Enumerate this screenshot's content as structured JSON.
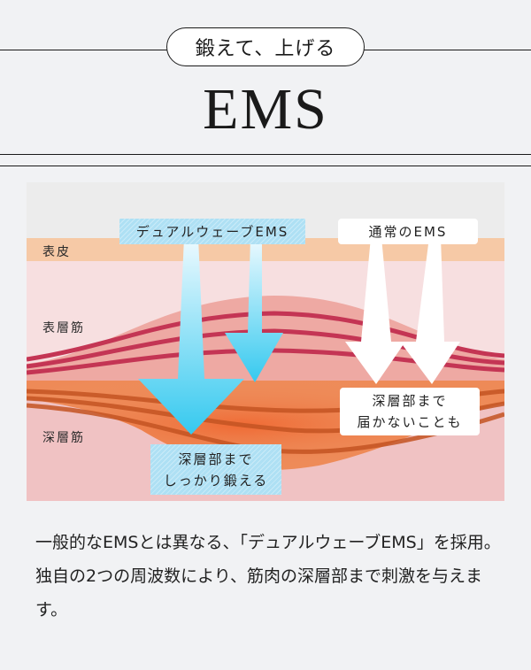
{
  "header": {
    "tagline": "鍛えて、上げる",
    "title": "EMS"
  },
  "diagram": {
    "layers": {
      "epidermis": "表皮",
      "superficial_muscle": "表層筋",
      "deep_muscle": "深層筋"
    },
    "dual_wave_label": "デュアルウェーブEMS",
    "normal_label": "通常のEMS",
    "dual_wave_result": [
      "深層部まで",
      "しっかり鍛える"
    ],
    "normal_result": [
      "深層部まで",
      "届かないことも"
    ],
    "colors": {
      "background": "#ececec",
      "epidermis": "#f6c9a6",
      "dermis": "#f7dfe0",
      "deep_zone": "#f0c2c3",
      "superficial_band": "#eea9a3",
      "superficial_stripe": "#c43554",
      "deep_band": "#ee8a57",
      "deep_stripe": "#c35322",
      "dual_arrow_top": "#eefaff",
      "dual_arrow_bottom": "#35c9ef",
      "normal_arrow": "#ffffff",
      "dual_box": "#aee0f4"
    }
  },
  "description": "一般的なEMSとは異なる、「デュアルウェーブEMS」を採用。独自の2つの周波数により、筋肉の深層部まで刺激を与えます。"
}
